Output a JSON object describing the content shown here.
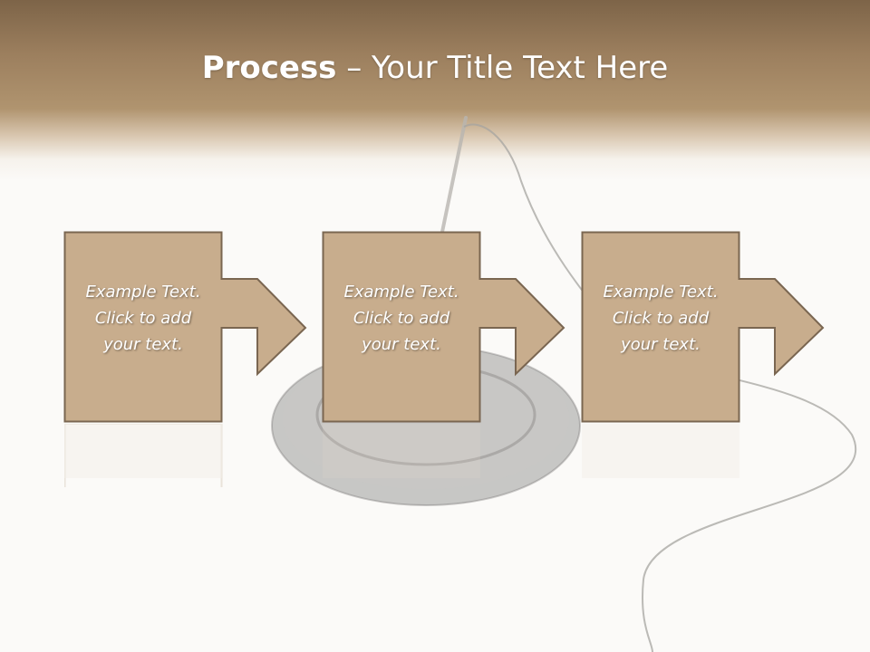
{
  "slide": {
    "title_bold": "Process",
    "title_rest": " – Your Title Text Here"
  },
  "steps": [
    {
      "line1": "Example Text.",
      "line2": "Click  to add",
      "line3": "your text."
    },
    {
      "line1": "Example Text.",
      "line2": "Click  to add",
      "line3": "your text."
    },
    {
      "line1": "Example Text.",
      "line2": "Click  to add",
      "line3": "your text."
    }
  ],
  "colors": {
    "box_fill": "#c8ad8d",
    "box_border": "#7a6651",
    "header_dark": "#7d6448"
  }
}
